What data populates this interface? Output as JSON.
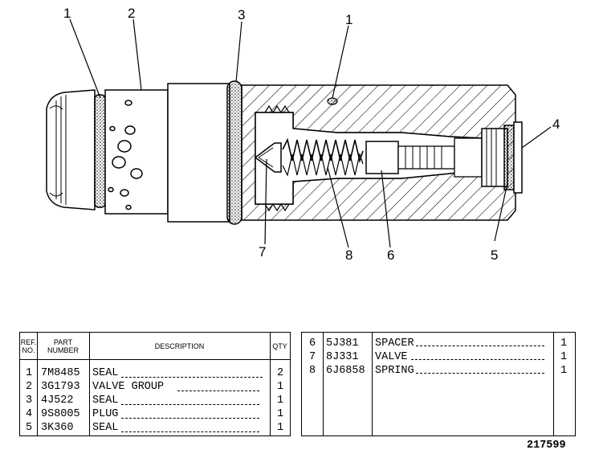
{
  "callouts": [
    "1",
    "2",
    "3",
    "1",
    "4",
    "7",
    "8",
    "6",
    "5"
  ],
  "table_headers": {
    "ref": [
      "REF.",
      "NO."
    ],
    "part": [
      "PART",
      "NUMBER"
    ],
    "description": "DESCRIPTION",
    "qty": "QTY"
  },
  "parts_left": [
    {
      "ref": "1",
      "part": "7M8485",
      "desc": "SEAL",
      "qty": "2"
    },
    {
      "ref": "2",
      "part": "3G1793",
      "desc": "VALVE GROUP",
      "qty": "1"
    },
    {
      "ref": "3",
      "part": "4J522",
      "desc": "SEAL",
      "qty": "1"
    },
    {
      "ref": "4",
      "part": "9S8005",
      "desc": "PLUG",
      "qty": "1"
    },
    {
      "ref": "5",
      "part": "3K360",
      "desc": "SEAL",
      "qty": "1"
    }
  ],
  "parts_right": [
    {
      "ref": "6",
      "part": "5J381",
      "desc": "SPACER",
      "qty": "1"
    },
    {
      "ref": "7",
      "part": "8J331",
      "desc": "VALVE",
      "qty": "1"
    },
    {
      "ref": "8",
      "part": "6J6858",
      "desc": "SPRING",
      "qty": "1"
    }
  ],
  "figure_number": "217599"
}
